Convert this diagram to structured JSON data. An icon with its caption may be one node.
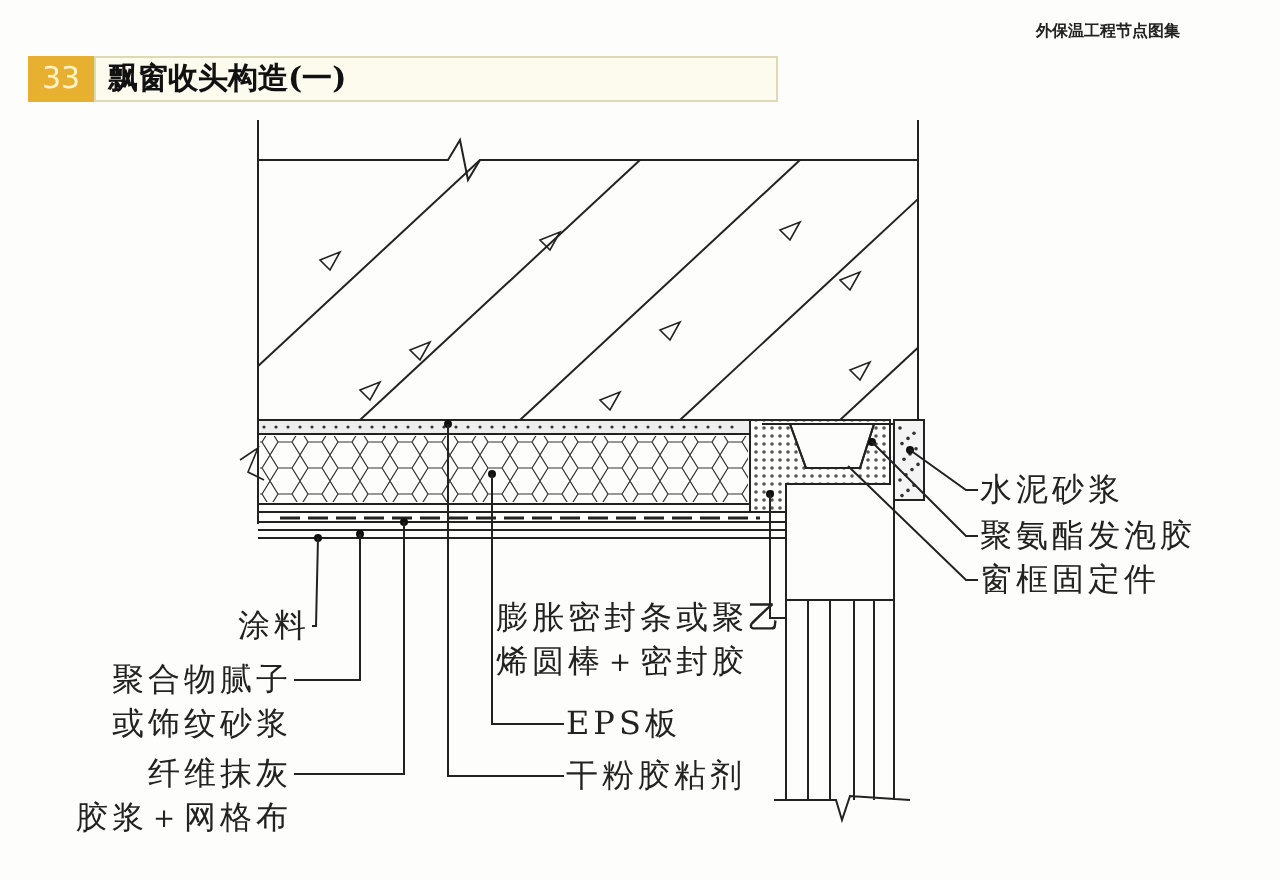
{
  "diagram": {
    "title": "飘窗收头构造(一)",
    "nodes": [
      {
        "text": [
          "水泥砂浆"
        ]
      },
      {
        "text": [
          "聚氨酯发泡胶"
        ]
      },
      {
        "text": [
          "窗框固定件"
        ]
      },
      {
        "text": [
          "涂料"
        ]
      },
      {
        "text": [
          "聚合物腻子或饰纹砂浆"
        ]
      },
      {
        "text": [
          "纤维抹灰胶浆＋网格布"
        ]
      },
      {
        "text": [
          "膨胀密封条或聚乙烯圆棒＋密封胶"
        ]
      },
      {
        "text": [
          "EPS板"
        ]
      },
      {
        "text": [
          "干粉胶粘剂"
        ]
      }
    ],
    "edges": [
      {
        "from": 0,
        "to": null,
        "arrow": "none"
      },
      {
        "from": 1,
        "to": null,
        "arrow": "none"
      },
      {
        "from": 2,
        "to": null,
        "arrow": "none"
      },
      {
        "from": 3,
        "to": null,
        "arrow": "none"
      },
      {
        "from": 4,
        "to": null,
        "arrow": "none"
      },
      {
        "from": 5,
        "to": null,
        "arrow": "none"
      },
      {
        "from": 6,
        "to": null,
        "arrow": "none"
      },
      {
        "from": 7,
        "to": null,
        "arrow": "none"
      },
      {
        "from": 8,
        "to": null,
        "arrow": "none"
      }
    ],
    "labels": [
      "外保温工程节点图集",
      "33"
    ]
  }
}
